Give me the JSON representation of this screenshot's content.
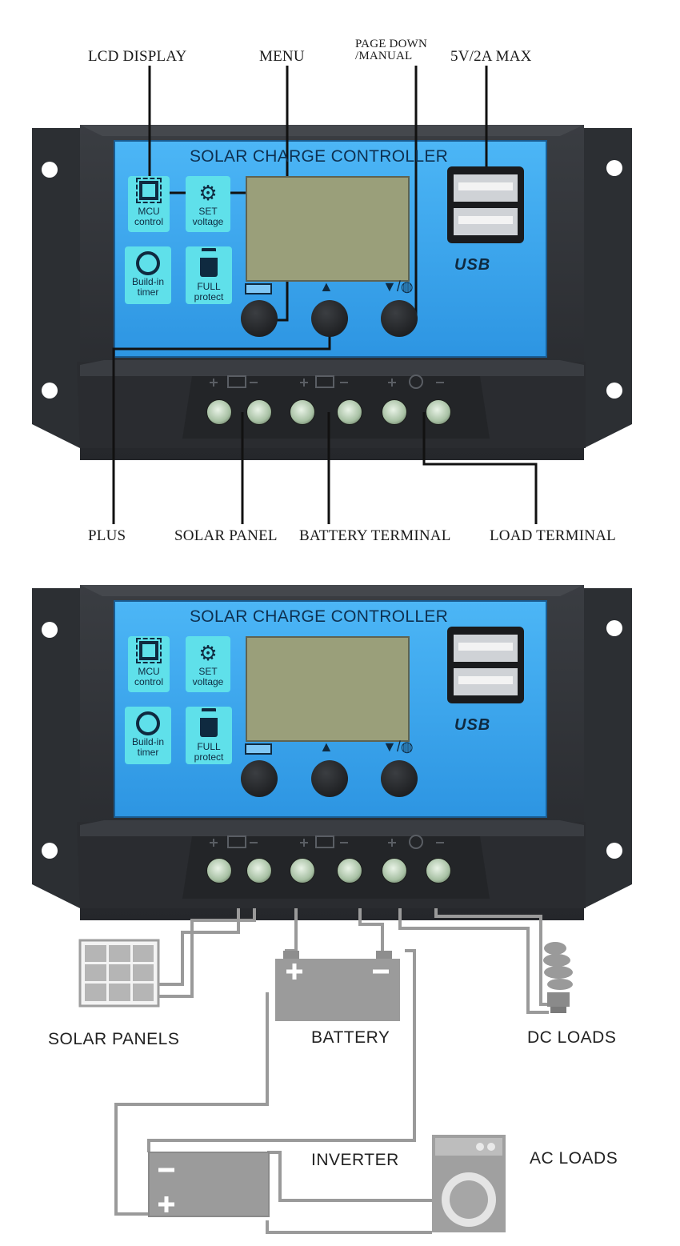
{
  "device": {
    "title": "SOLAR CHARGE CONTROLLER",
    "usb_label": "USB",
    "features": [
      {
        "icon": "chip-icon",
        "line1": "MCU",
        "line2": "control"
      },
      {
        "icon": "gear-icon",
        "line1": "SET",
        "line2": "voltage"
      },
      {
        "icon": "clock-icon",
        "line1": "Build-in",
        "line2": "timer"
      },
      {
        "icon": "padlock-icon",
        "line1": "FULL",
        "line2": "protect"
      }
    ]
  },
  "top_callouts": {
    "lcd_display": "LCD DISPLAY",
    "menu": "MENU",
    "page_down_line1": "PAGE DOWN",
    "page_down_line2": "/MANUAL",
    "usb_max": "5V/2A MAX"
  },
  "bottom_callouts": {
    "plus": "PLUS",
    "solar_panel": "SOLAR PANEL",
    "battery_terminal": "BATTERY TERMINAL",
    "load_terminal": "LOAD TERMINAL"
  },
  "wiring_labels": {
    "solar_panels": "SOLAR  PANELS",
    "battery": "BATTERY",
    "dc_loads": "DC  LOADS",
    "inverter": "INVERTER",
    "ac_loads": "AC  LOADS"
  },
  "colors": {
    "panel_blue": "#3aa8f0",
    "panel_blue_dark": "#1f86d6",
    "housing": "#2e3135",
    "feature_tile": "#5fe0ea",
    "lcd": "#9a9f7a",
    "wire_gray": "#9a9a9a"
  }
}
